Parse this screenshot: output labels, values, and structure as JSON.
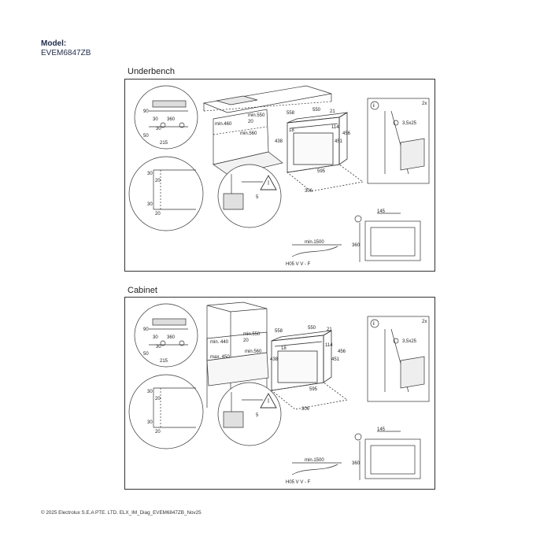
{
  "header": {
    "model_label": "Model:",
    "model_value": "EVEM6847ZB"
  },
  "sections": [
    {
      "title": "Underbench",
      "labels": {
        "d90": "90",
        "d30a": "30",
        "d360": "360",
        "d50": "50",
        "d30b": "30",
        "d215": "215",
        "d30c": "30",
        "d30d": "30",
        "d20a": "20",
        "d20b": "20",
        "min460": "min.460",
        "min550": "min.550",
        "d20c": "20",
        "min560": "min.560",
        "d558": "558",
        "d550": "550",
        "d21": "21",
        "d18": "18",
        "d438": "438",
        "d114": "114",
        "d456": "456",
        "d451": "451",
        "d595": "595",
        "d306": "306",
        "d5": "5",
        "info": "i",
        "x2": "2x",
        "screw": "3,5x25",
        "d145": "145",
        "d360b": "360",
        "min1500": "min.1500",
        "cable": "H05 V V - F"
      }
    },
    {
      "title": "Cabinet",
      "labels": {
        "d90": "90",
        "d30a": "30",
        "d360": "360",
        "d50": "50",
        "d30b": "30",
        "d215": "215",
        "d30c": "30",
        "d30d": "30",
        "d20a": "20",
        "d20b": "20",
        "min440": "min. 440",
        "max450": "max. 450",
        "min550": "min.550",
        "d20c": "20",
        "min560": "min.560",
        "d558": "558",
        "d550": "550",
        "d21": "21",
        "d18": "18",
        "d438": "438",
        "d114": "114",
        "d456": "456",
        "d451": "451",
        "d595": "595",
        "d306": "306",
        "d5": "5",
        "info": "i",
        "x2": "2x",
        "screw": "3,5x25",
        "d145": "145",
        "d360b": "360",
        "min1500": "min.1500",
        "cable": "H05 V V - F"
      }
    }
  ],
  "footer": {
    "text": "© 2025 Electrolux S.E.A PTE. LTD. ELX_IM_Diag_EVEM6847ZB_Nov25"
  }
}
